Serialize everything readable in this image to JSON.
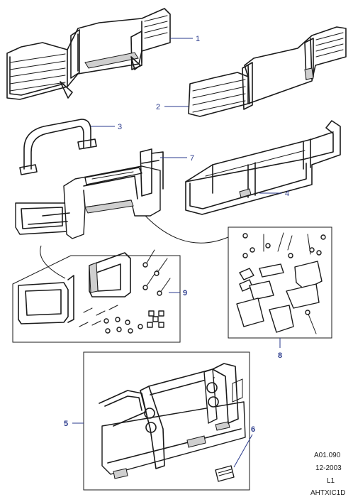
{
  "callouts": {
    "c1": "1",
    "c2": "2",
    "c3": "3",
    "c4": "4",
    "c5": "5",
    "c6": "6",
    "c7": "7",
    "c8": "8",
    "c9": "9"
  },
  "reference": {
    "code": "A01.090",
    "date": "12-2003",
    "level": "L1",
    "drawing_id": "AHTXIC1D"
  },
  "colors": {
    "callout": "#2a3a8c",
    "line": "#1a1a1a"
  }
}
